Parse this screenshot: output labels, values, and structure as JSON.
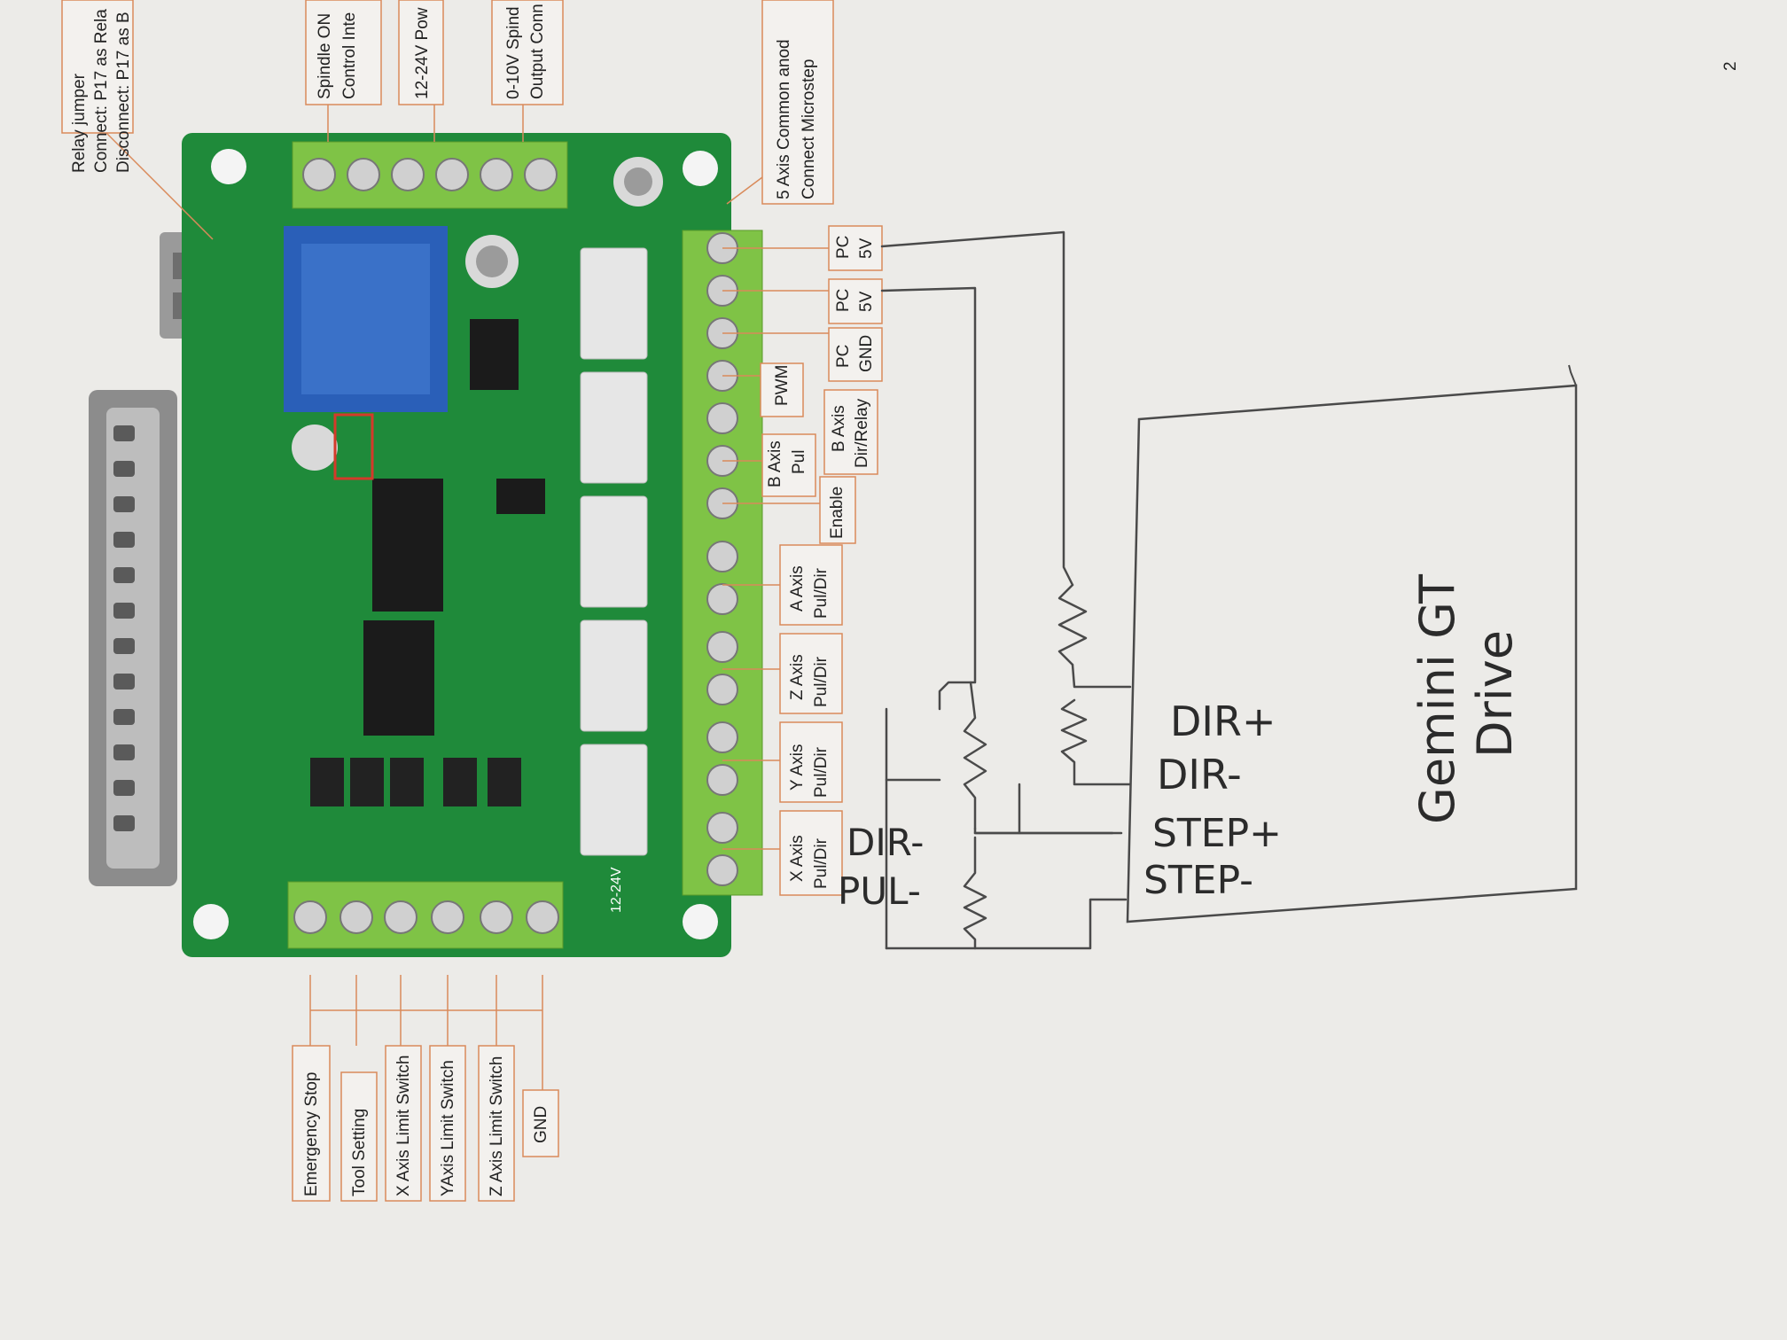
{
  "page_number": "2",
  "board_labels": {
    "relay_jumper": [
      "Relay jumper",
      "Connect: P17 as Rela",
      "Disconnect: P17 as B"
    ],
    "spindle": [
      "Spindle ON",
      "Control Inte"
    ],
    "power": [
      "12-24V Pow"
    ],
    "spindle_out": [
      "0-10V Spind",
      "Output Conn"
    ],
    "common_anode": [
      "5 Axis Common anod",
      "Connect Microstep"
    ],
    "pc5v_a": [
      "PC",
      "5V"
    ],
    "pc5v_b": [
      "PC",
      "5V"
    ],
    "pc_gnd": [
      "PC",
      "GND"
    ],
    "pwm": [
      "PWM"
    ],
    "b_pul": [
      "B Axis",
      "Pul"
    ],
    "b_dir": [
      "B Axis",
      "Dir/Relay"
    ],
    "enable": [
      "Enable"
    ],
    "a_axis": [
      "A Axis",
      "Pul/Dir"
    ],
    "z_axis": [
      "Z Axis",
      "Pul/Dir"
    ],
    "y_axis": [
      "Y Axis",
      "Pul/Dir"
    ],
    "x_axis": [
      "X Axis",
      "Pul/Dir"
    ],
    "inputs": [
      "Emergency Stop",
      "Tool Setting",
      "X Axis Limit Switch",
      "YAxis Limit Switch",
      "Z Axis Limit Switch",
      "GND"
    ],
    "board_power_mark": "12-24V"
  },
  "handwritten": {
    "dir_plus": "DIR+",
    "dir_minus": "DIR-",
    "step_plus": "STEP+",
    "step_minus": "STEP-",
    "left_dir_minus": "DIR-",
    "left_pul_minus": "PUL-",
    "drive_line1": "Gemini GT",
    "drive_line2": "Drive"
  }
}
